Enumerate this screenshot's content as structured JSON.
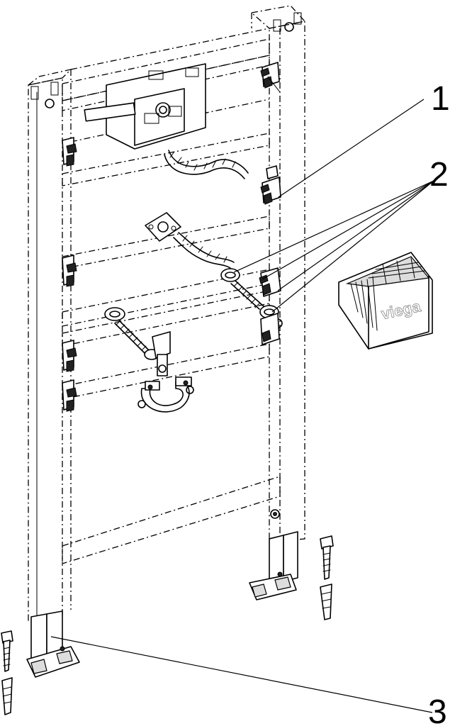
{
  "callouts": {
    "c1": "1",
    "c2": "2",
    "c3": "3"
  },
  "brand": {
    "box_label": "viega"
  },
  "icons": {
    "frame": "installation-frame-icon",
    "fitting_box": "sealing-box-icon"
  }
}
